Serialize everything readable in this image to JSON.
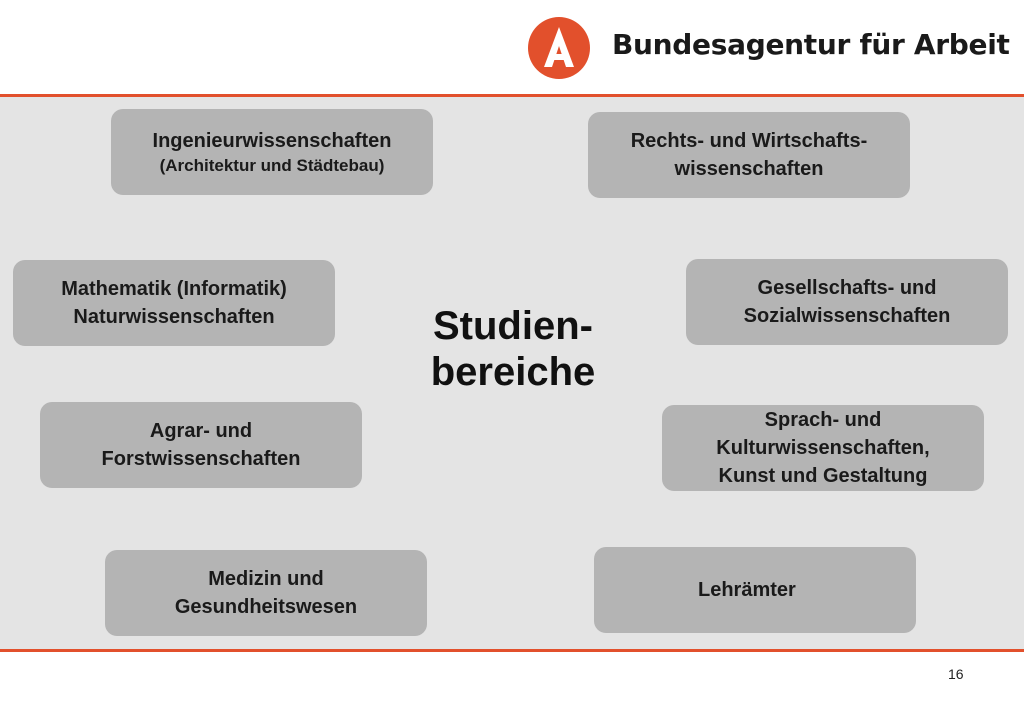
{
  "header": {
    "brand_name": "Bundesagentur für Arbeit",
    "logo_icon": "ba-triangle-logo-icon",
    "accent_color": "#e2502c"
  },
  "center_label": "Studien-\nbereiche",
  "areas": [
    {
      "title": "Ingenieurwissenschaften",
      "subtitle": "(Architektur und Städtebau)"
    },
    {
      "title": "Rechts- und Wirtschafts-\nwissenschaften"
    },
    {
      "title": "Mathematik (Informatik)\nNaturwissenschaften"
    },
    {
      "title": "Gesellschafts- und\nSozialwissenschaften"
    },
    {
      "title": "Agrar- und\nForstwissenschaften"
    },
    {
      "title": "Sprach- und\nKulturwissenschaften,\nKunst und Gestaltung"
    },
    {
      "title": "Medizin und\nGesundheitswesen"
    },
    {
      "title": "Lehrämter"
    }
  ],
  "page_number": "16"
}
